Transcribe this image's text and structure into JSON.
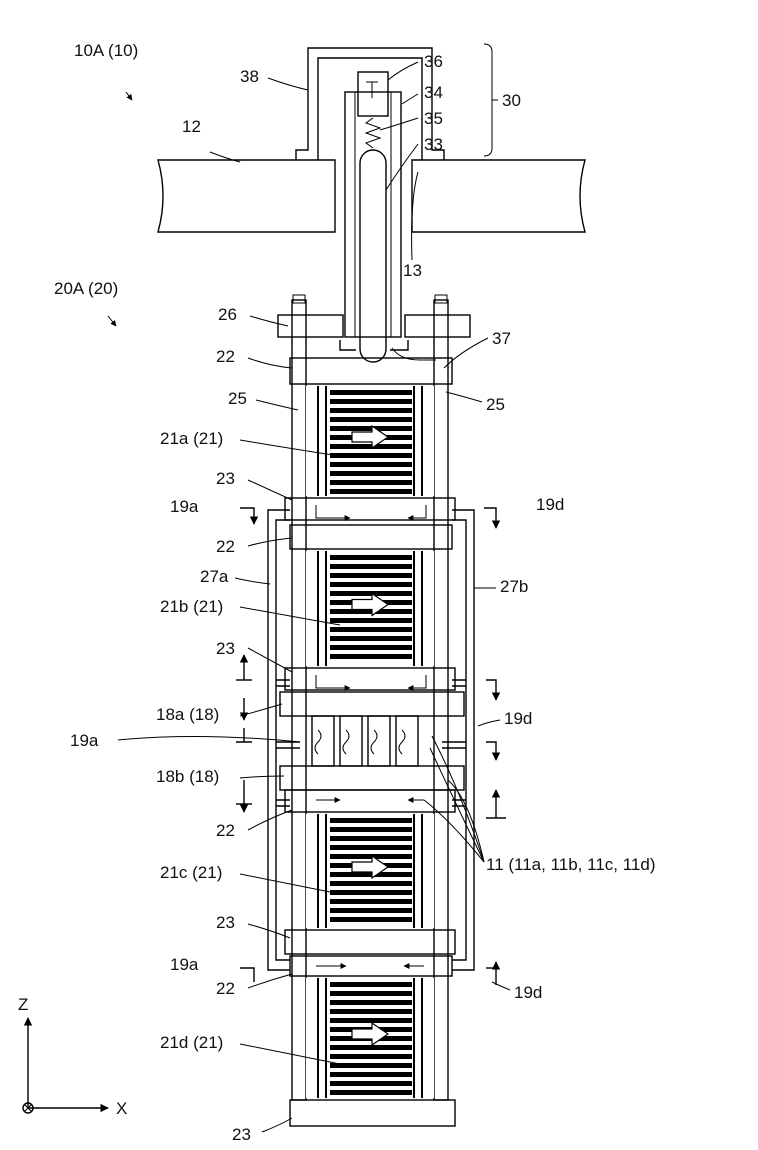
{
  "colors": {
    "ink": "#000000",
    "dots": "#cfcfcf",
    "hatch": "#6a6a6a",
    "paper": "#ffffff"
  },
  "labels": {
    "fig_main": "10A (10)",
    "unit": "20A (20)",
    "plate": "12",
    "hole": "13",
    "cover": "38",
    "p36": "36",
    "p34": "34",
    "p35": "35",
    "p33": "33",
    "group30": "30",
    "p26": "26",
    "p37": "37",
    "p22a": "22",
    "p25l": "25",
    "p25r": "25",
    "c21a": "21a (21)",
    "p23a": "23",
    "p19a1": "19a",
    "p19d1": "19d",
    "p22b": "22",
    "p27a": "27a",
    "p27b": "27b",
    "c21b": "21b (21)",
    "p23b": "23",
    "p18a": "18a (18)",
    "p19d2": "19d",
    "p19a2": "19a",
    "p18b": "18b (18)",
    "p22c": "22",
    "p11": "11 (11a, 11b, 11c, 11d)",
    "c21c": "21c (21)",
    "p23c": "23",
    "p19a3": "19a",
    "p22d": "22",
    "p19d3": "19d",
    "c21d": "21d (21)",
    "p23d": "23",
    "axis_z": "Z",
    "axis_x": "X"
  }
}
